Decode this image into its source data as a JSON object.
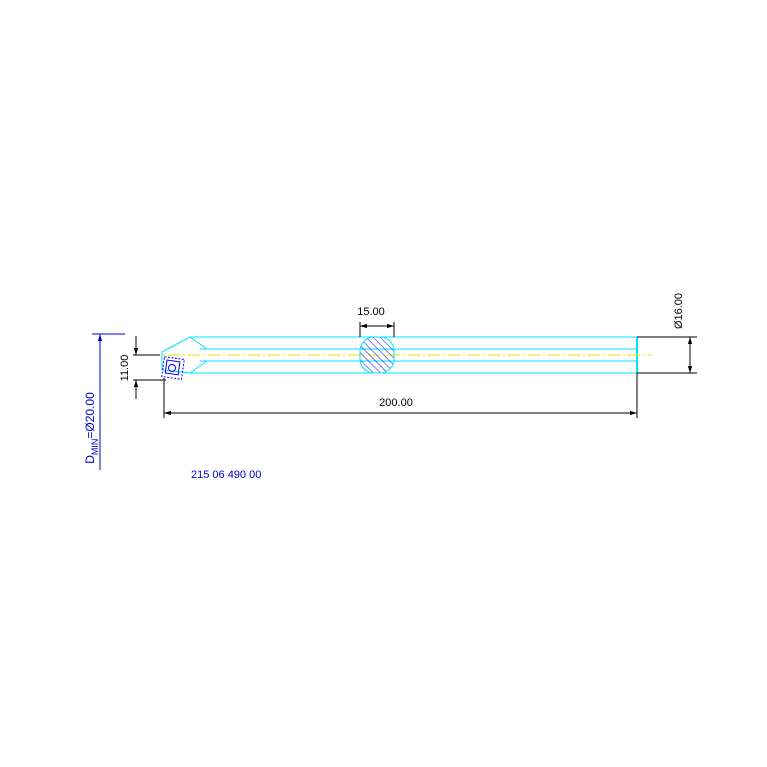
{
  "drawing": {
    "dimensions": {
      "width_label": "15.00",
      "diameter_label": "Ø16.00",
      "length_label": "200.00",
      "offset_label": "11.00"
    },
    "dmin": {
      "prefix": "D",
      "subscript": "MIN",
      "value": "=Ø20.00"
    },
    "part_number": "215 06 490 00",
    "colors": {
      "outline": "#00e5ff",
      "centerline": "#e6e600",
      "hatch": "#1a1aff",
      "insert": "#0000ff",
      "dimension": "#000000",
      "annotation": "#0000cc"
    }
  }
}
